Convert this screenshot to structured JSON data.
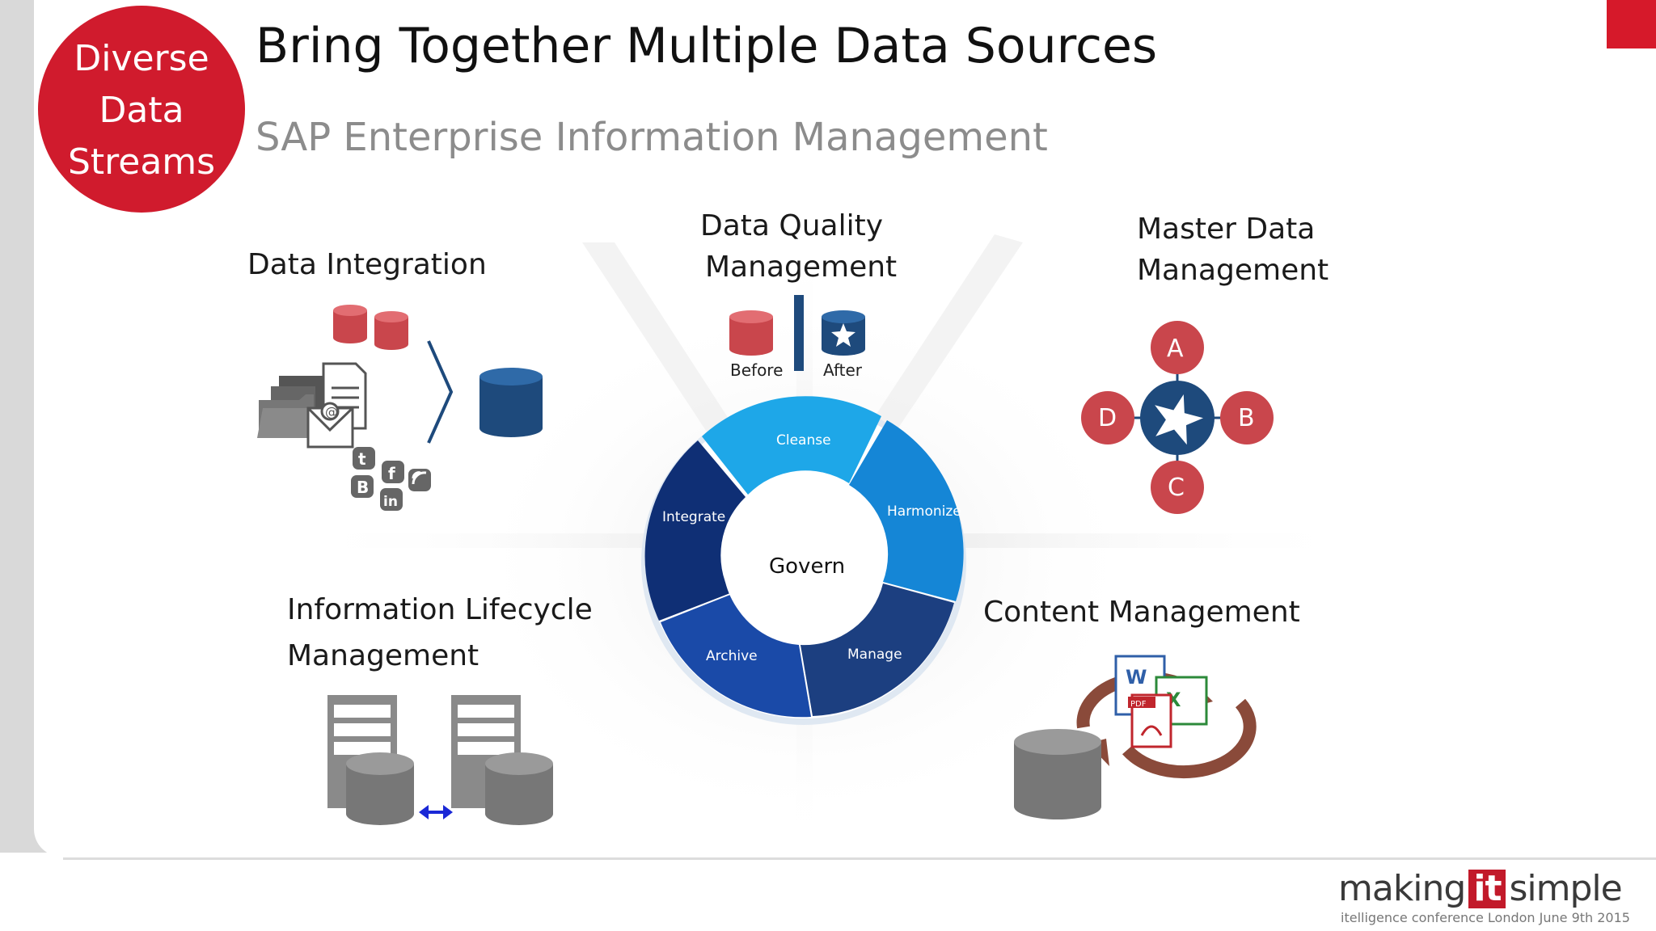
{
  "badge": {
    "line1": "Diverse",
    "line2": "Data",
    "line3": "Streams"
  },
  "header": {
    "title": "Bring Together Multiple Data Sources",
    "subtitle": "SAP Enterprise Information Management"
  },
  "sections": {
    "data_integration": "Data Integration",
    "data_quality_1": "Data Quality",
    "data_quality_2": "Management",
    "master_data_1": "Master Data",
    "master_data_2": "Management",
    "lifecycle_1": "Information Lifecycle",
    "lifecycle_2": "Management",
    "content": "Content Management"
  },
  "data_quality": {
    "before": "Before",
    "after": "After"
  },
  "master_nodes": {
    "a": "A",
    "b": "B",
    "c": "C",
    "d": "D"
  },
  "cycle": {
    "center": "Govern",
    "segments": [
      "Cleanse",
      "Harmonize",
      "Manage",
      "Archive",
      "Integrate"
    ]
  },
  "footer": {
    "brand_making": "making",
    "brand_it": "it",
    "brand_simple": "simple",
    "tagline": "itelligence conference London June 9th 2015"
  },
  "colors": {
    "brand_red": "#d01b2d",
    "db_red": "#c9464c",
    "db_blue": "#1e4a7c",
    "db_gray": "#7a7a7a",
    "cycle_light": "#1ea7e8",
    "cycle_mid": "#1586d6",
    "cycle_dark": "#1c3f80",
    "cycle_darkest": "#0f2f75"
  },
  "icons": {
    "folder": "folder-stack-icon",
    "email": "email-icon",
    "social": "social-media-icons",
    "db": "database-icon",
    "merge": "chevron-right-icon",
    "server": "server-icon",
    "documents": "office-documents-icon",
    "sync": "sync-arrows-icon",
    "star": "star-cross-icon"
  }
}
